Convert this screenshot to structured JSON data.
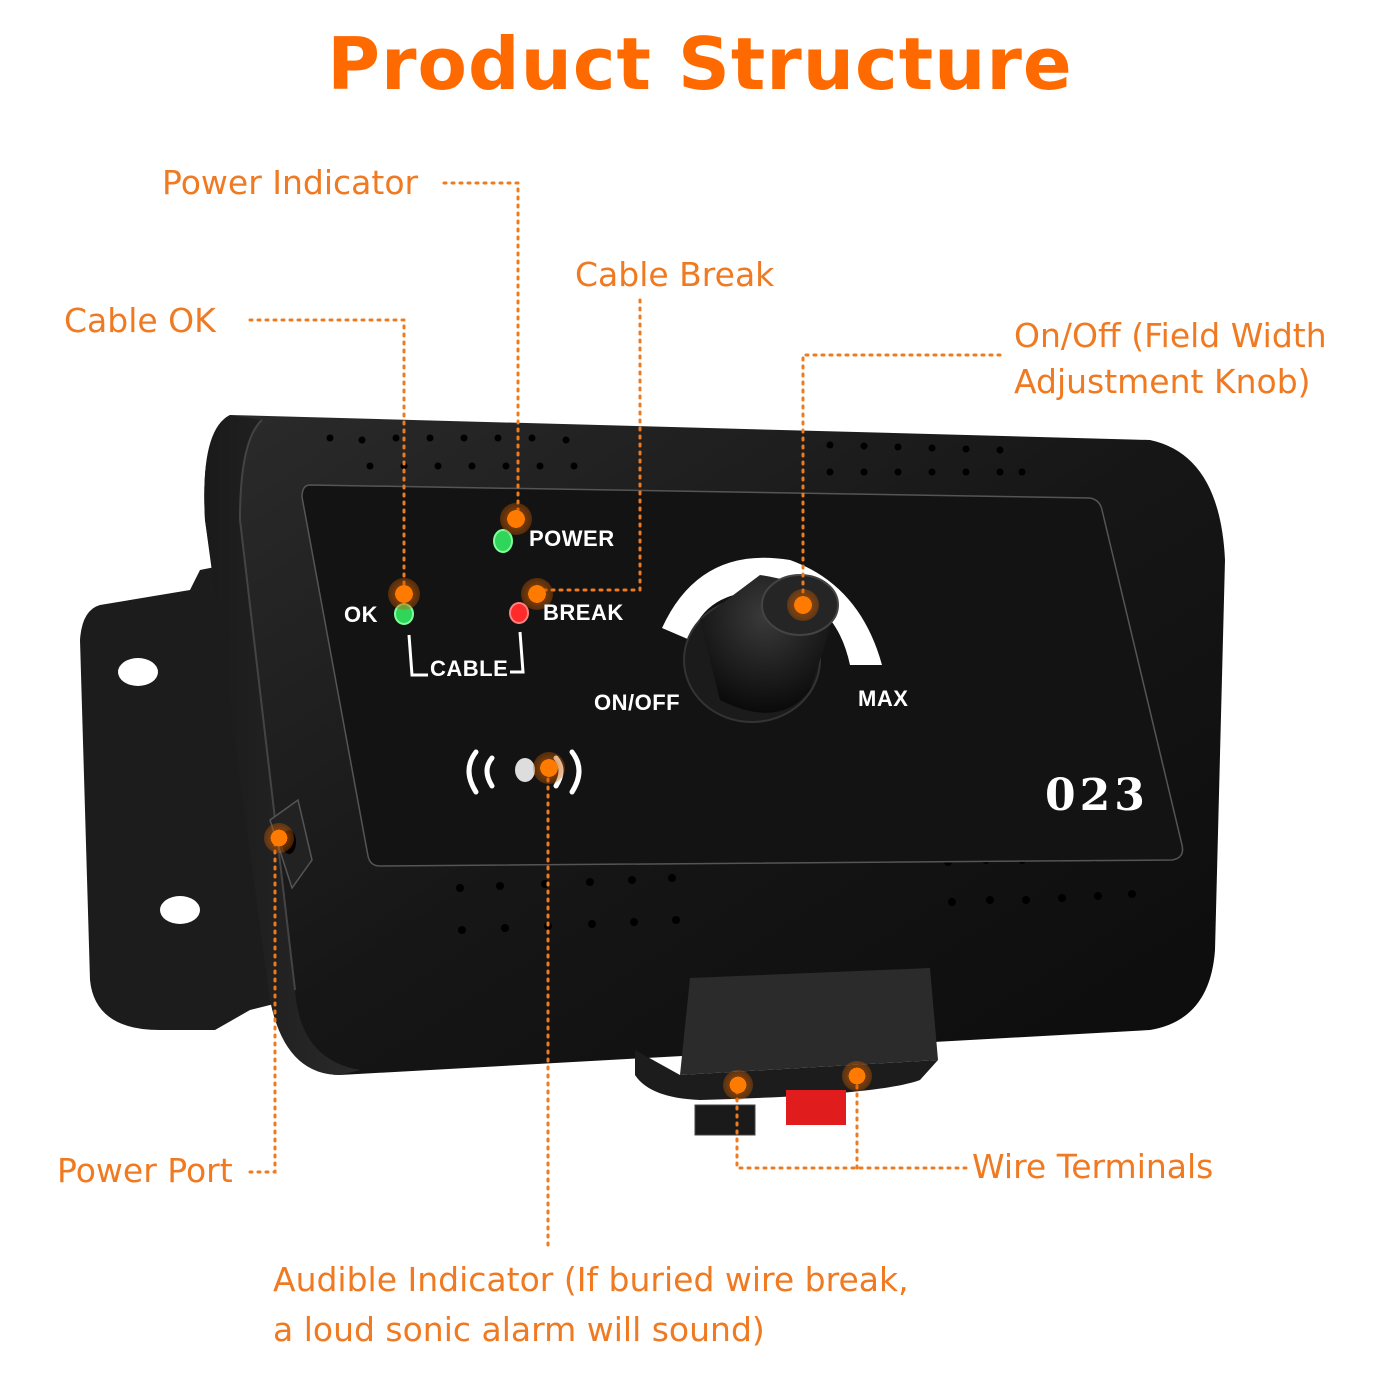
{
  "title": "Product Structure",
  "accent_color": "#ff6a00",
  "callouts": {
    "power_indicator": "Power Indicator",
    "cable_break": "Cable Break",
    "cable_ok": "Cable OK",
    "on_off_line1": "On/Off (Field Width",
    "on_off_line2": "Adjustment Knob)",
    "power_port": "Power Port",
    "wire_terminals": "Wire Terminals",
    "audible_line1": "Audible Indicator (If buried wire break,",
    "audible_line2": "a loud sonic alarm will sound)"
  },
  "device": {
    "label_power": "POWER",
    "label_ok": "OK",
    "label_break": "BREAK",
    "label_cable": "CABLE",
    "label_on_off": "ON/OFF",
    "label_max": "MAX",
    "model_number": "023",
    "led_colors": {
      "power": "#2fd65a",
      "ok": "#2fd65a",
      "break": "#ff2a2a"
    }
  }
}
